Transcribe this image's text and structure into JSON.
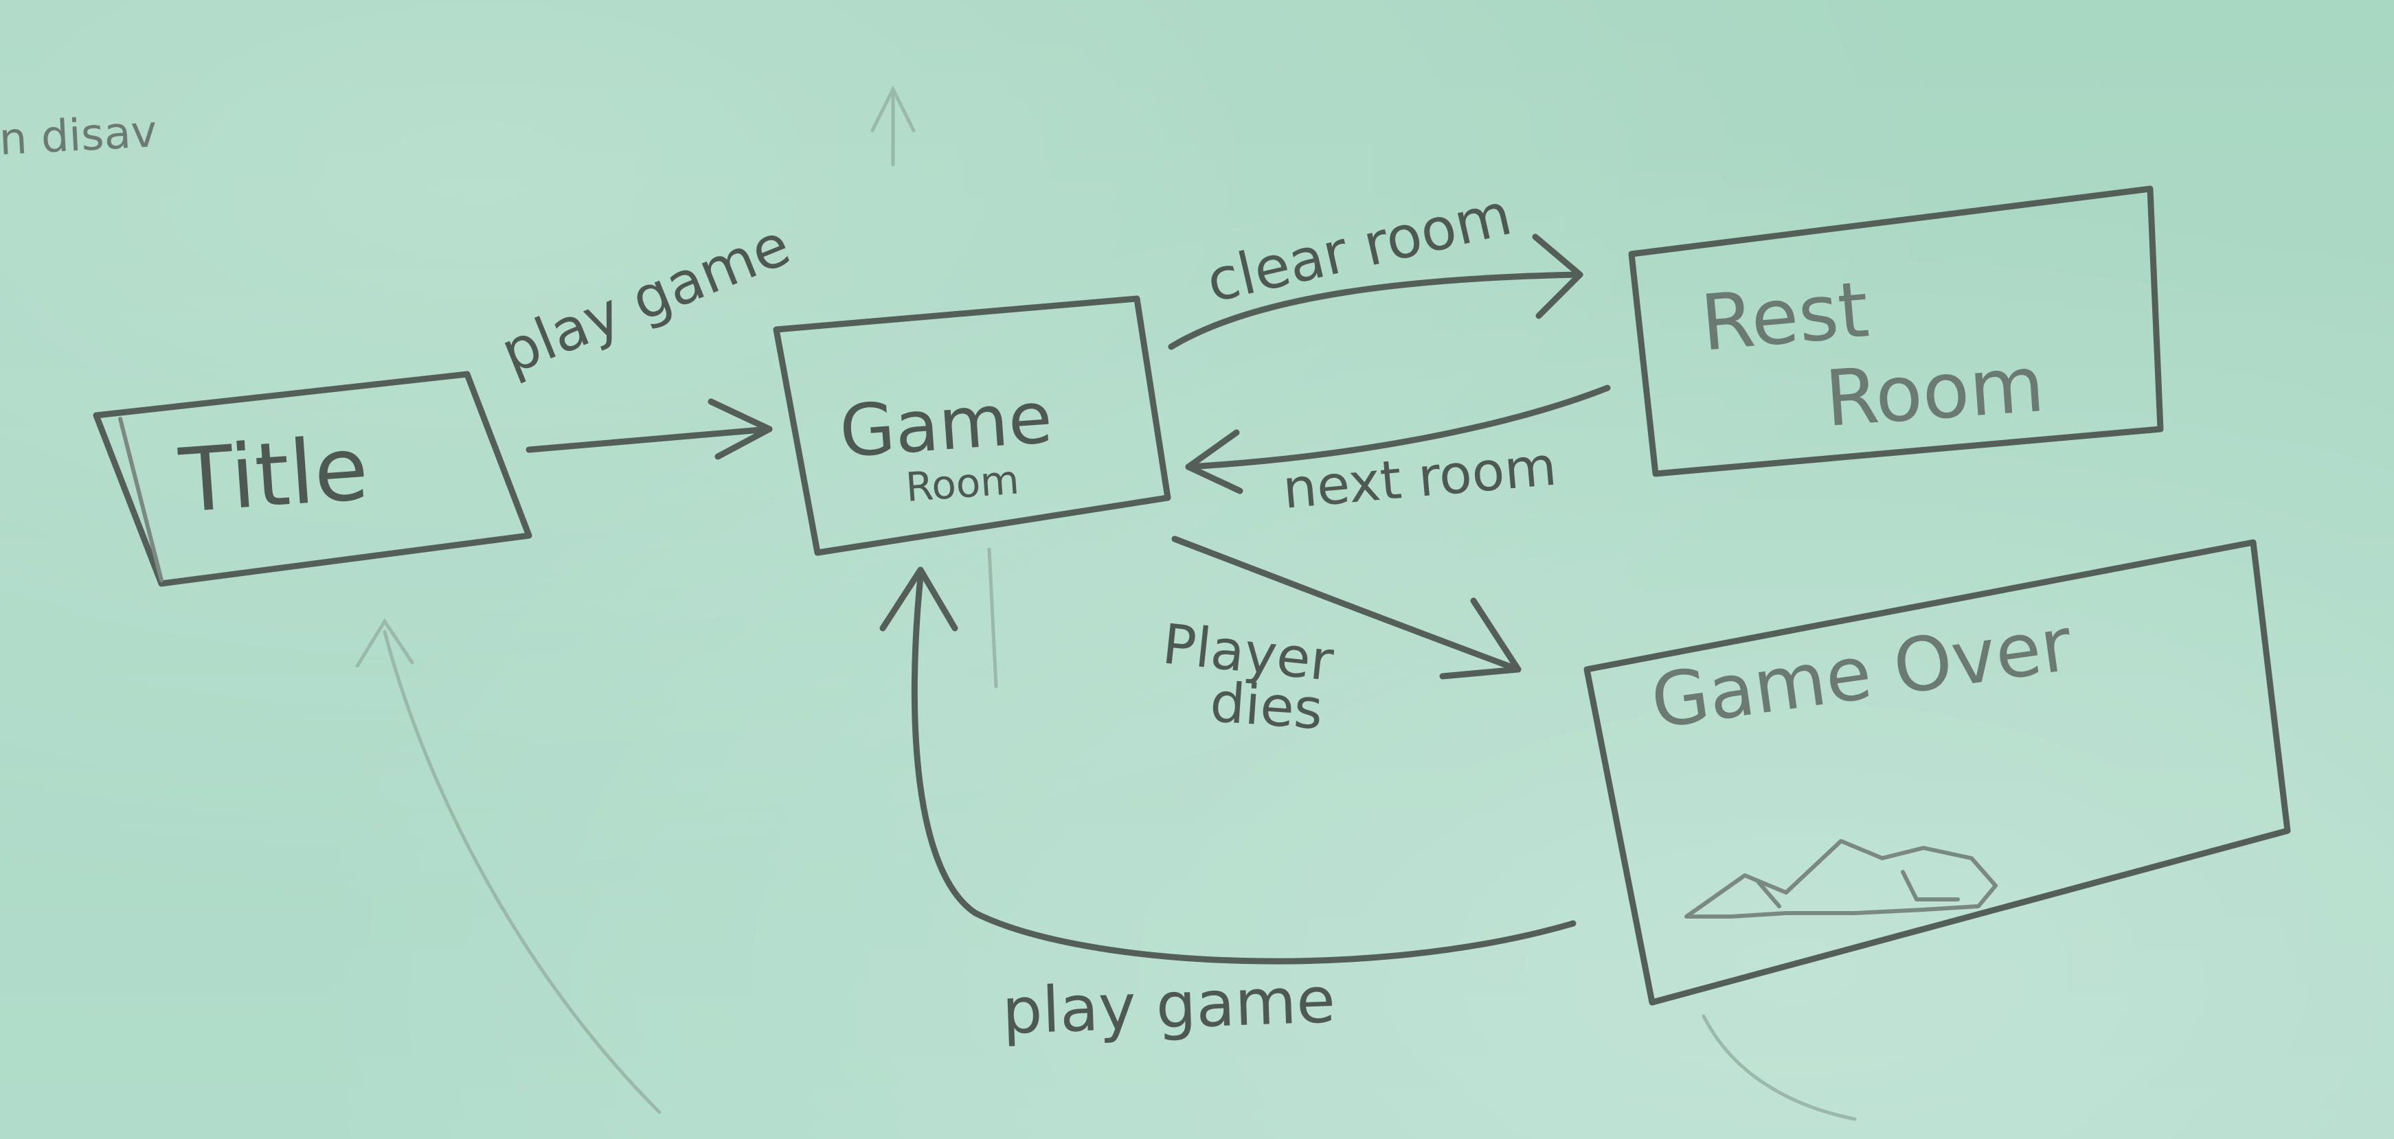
{
  "nodes": {
    "title": {
      "label": "Title"
    },
    "game_room": {
      "label_line1": "Game",
      "label_line2": "Room"
    },
    "rest_room": {
      "label_line1": "Rest",
      "label_line2": "Room"
    },
    "game_over": {
      "label": "Game Over"
    }
  },
  "edges": {
    "title_to_game_room": {
      "label": "play game"
    },
    "game_room_to_rest_room": {
      "label": "clear room"
    },
    "rest_room_to_game_room": {
      "label": "next room"
    },
    "game_room_to_game_over": {
      "label_line1": "Player",
      "label_line2": "dies"
    },
    "game_over_to_game_room": {
      "label": "play game"
    }
  },
  "margin_note": {
    "text": "n disav"
  },
  "colors": {
    "paper": "#a9d8c4",
    "pencil": "#555f5a"
  }
}
